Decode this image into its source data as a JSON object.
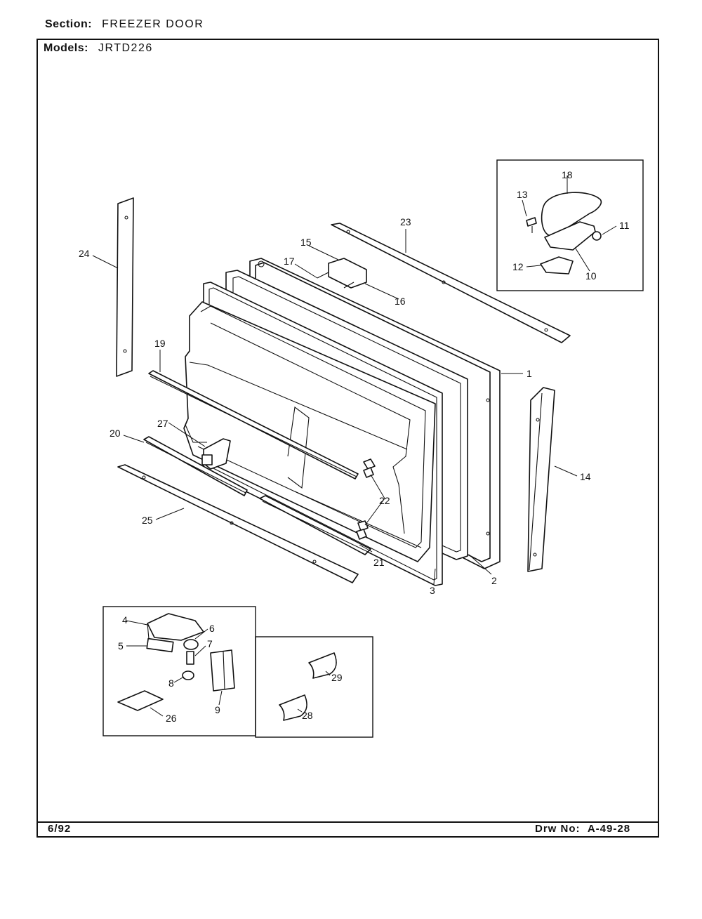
{
  "header": {
    "section_label": "Section:",
    "section_value": "FREEZER DOOR",
    "models_label": "Models:",
    "models_value": "JRTD226"
  },
  "footer": {
    "date": "6/92",
    "drawing_label": "Drw No:",
    "drawing_number": "A-49-28"
  },
  "callouts": {
    "p1": "1",
    "p2": "2",
    "p3": "3",
    "p4": "4",
    "p5": "5",
    "p6": "6",
    "p7": "7",
    "p8": "8",
    "p9": "9",
    "p10": "10",
    "p11": "11",
    "p12": "12",
    "p13": "13",
    "p14": "14",
    "p15": "15",
    "p16": "16",
    "p17": "17",
    "p18": "18",
    "p19": "19",
    "p20": "20",
    "p21": "21",
    "p22": "22",
    "p23": "23",
    "p24": "24",
    "p25": "25",
    "p26": "26",
    "p27": "27",
    "p28": "28",
    "p29": "29"
  }
}
